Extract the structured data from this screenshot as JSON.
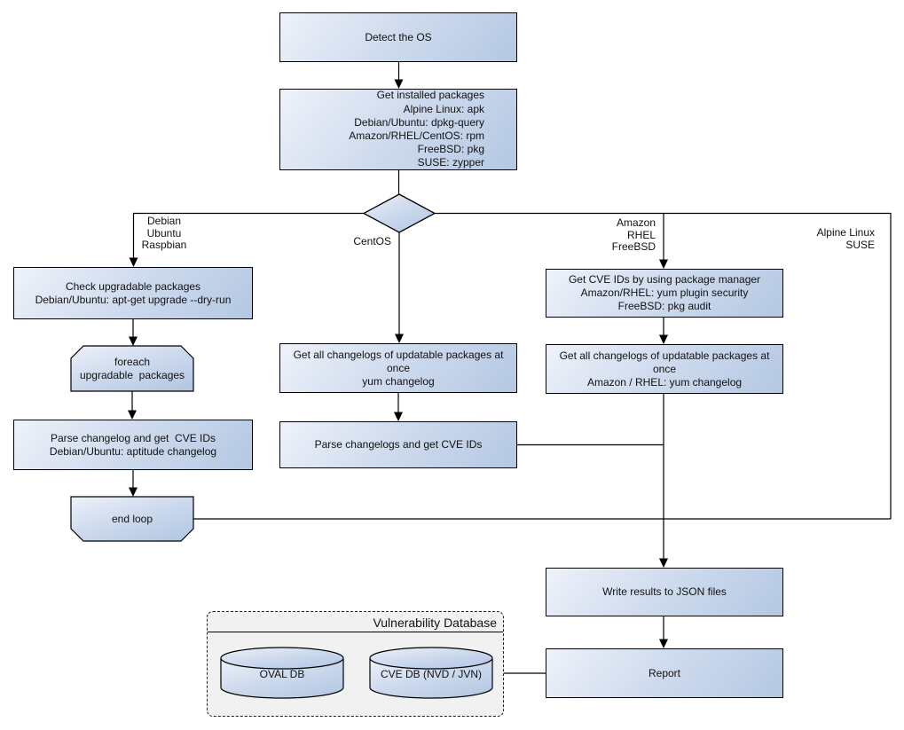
{
  "nodes": {
    "detect_os": "Detect the OS",
    "get_installed": "Get installed packages\nAlpine Linux: apk\nDebian/Ubuntu: dpkg-query\nAmazon/RHEL/CentOS: rpm\nFreeBSD: pkg\nSUSE: zypper",
    "check_upgradable": "Check upgradable packages\nDebian/Ubuntu: apt-get upgrade --dry-run",
    "foreach_loop": "foreach\nupgradable  packages",
    "parse_changelog_deb": "Parse changelog and get  CVE IDs\nDebian/Ubuntu: aptitude changelog",
    "end_loop": "end loop",
    "get_changelogs_yum": "Get all changelogs of updatable packages at once\nyum changelog",
    "parse_changelogs_yum": "Parse changelogs and get CVE IDs",
    "get_cve_pkg_manager": "Get CVE IDs by using package manager\nAmazon/RHEL: yum plugin security\nFreeBSD: pkg audit",
    "get_changelogs_amazon": "Get all changelogs of updatable packages at once\nAmazon / RHEL: yum changelog",
    "write_results": "Write results to JSON files",
    "report": "Report"
  },
  "branch_labels": {
    "debian": "Debian\nUbuntu\nRaspbian",
    "centos": "CentOS",
    "amazon": "Amazon\nRHEL\nFreeBSD",
    "alpine": "Alpine Linux\nSUSE"
  },
  "vulnerability_database": {
    "title": "Vulnerability Database",
    "oval_db": "OVAL DB",
    "cve_db": "CVE DB (NVD / JVN)"
  },
  "colors": {
    "node_fill_light": "#eef2fa",
    "node_fill_dark": "#b4c8e3",
    "stroke": "#000000",
    "panel_fill": "#f1f1f1",
    "background": "#ffffff"
  }
}
